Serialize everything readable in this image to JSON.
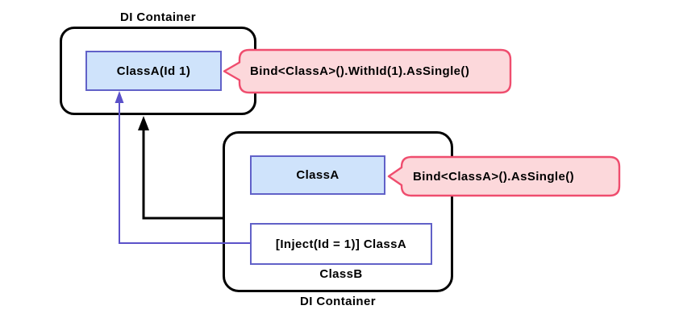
{
  "container_top": {
    "label": "DI Container",
    "node_classa": "ClassA(Id 1)"
  },
  "container_bottom": {
    "label": "DI Container",
    "node_classa": "ClassA",
    "node_inject": "[Inject(Id = 1)] ClassA",
    "class_b_label": "ClassB"
  },
  "callouts": {
    "with_id": "Bind<ClassA>().WithId(1).AsSingle()",
    "as_single": "Bind<ClassA>().AsSingle()"
  },
  "colors": {
    "node_fill": "#cfe3fb",
    "node_border": "#6161c8",
    "inject_fill": "#ffffff",
    "callout_fill": "#fcd8db",
    "callout_border": "#ef4d6e",
    "container_border": "#000000",
    "arrow_black": "#000000",
    "arrow_blue": "#5b51c9",
    "text_color": "#000000"
  }
}
